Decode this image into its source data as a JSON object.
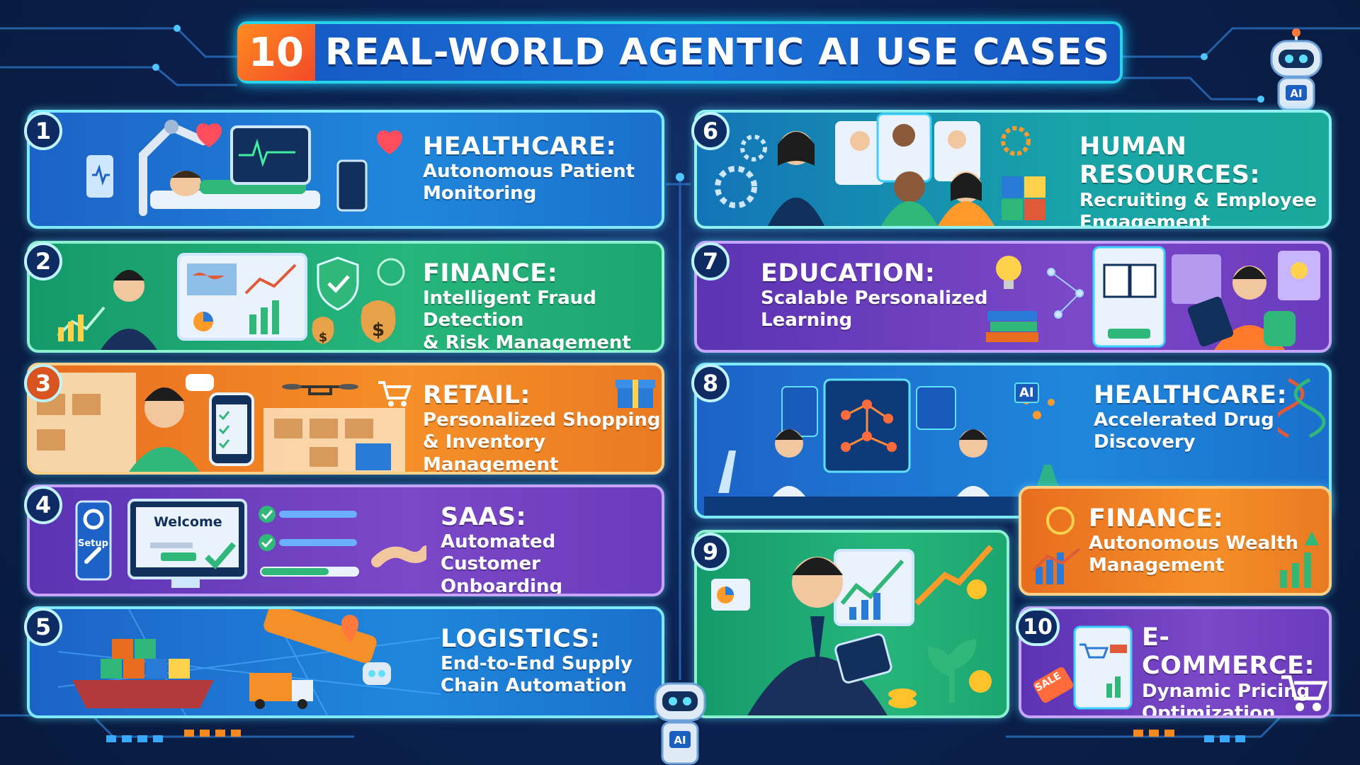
{
  "title": {
    "number": "10",
    "text": "REAL-WORLD AGENTIC AI USE CASES"
  },
  "cards": [
    {
      "num": "1",
      "heading": "HEALTHCARE:",
      "lines": [
        "Autonomous Patient",
        "Monitoring"
      ]
    },
    {
      "num": "2",
      "heading": "FINANCE:",
      "lines": [
        "Intelligent Fraud Detection",
        "& Risk Management"
      ]
    },
    {
      "num": "3",
      "heading": "RETAIL:",
      "lines": [
        "Personalized Shopping",
        "& Inventory Management"
      ]
    },
    {
      "num": "4",
      "heading": "SAAS:",
      "lines": [
        "Automated Customer",
        "Onboarding"
      ],
      "screen_text": "Welcome",
      "setup_label": "Setup"
    },
    {
      "num": "5",
      "heading": "LOGISTICS:",
      "lines": [
        "End-to-End Supply",
        "Chain Automation"
      ]
    },
    {
      "num": "6",
      "heading": "HUMAN RESOURCES:",
      "lines": [
        "Recruiting & Employee",
        "Engagement"
      ]
    },
    {
      "num": "7",
      "heading": "EDUCATION:",
      "lines": [
        "Scalable Personalized",
        "Learning"
      ]
    },
    {
      "num": "8",
      "heading": "HEALTHCARE:",
      "lines": [
        "Accelerated Drug",
        "Discovery"
      ],
      "badge": "AI"
    },
    {
      "num": "9",
      "heading": "FINANCE:",
      "lines": [
        "Autonomous Wealth",
        "Management"
      ]
    },
    {
      "num": "10",
      "heading": "E-COMMERCE:",
      "lines": [
        "Dynamic Pricing",
        "Optimization"
      ],
      "tag": "SALE"
    }
  ],
  "robot_badge": "AI",
  "colors": {
    "blue": "#1f87db",
    "green": "#27b57c",
    "orange": "#f58f28",
    "purple": "#7b48c8",
    "teal": "#18a4a8",
    "accent": "#27d3e8"
  }
}
